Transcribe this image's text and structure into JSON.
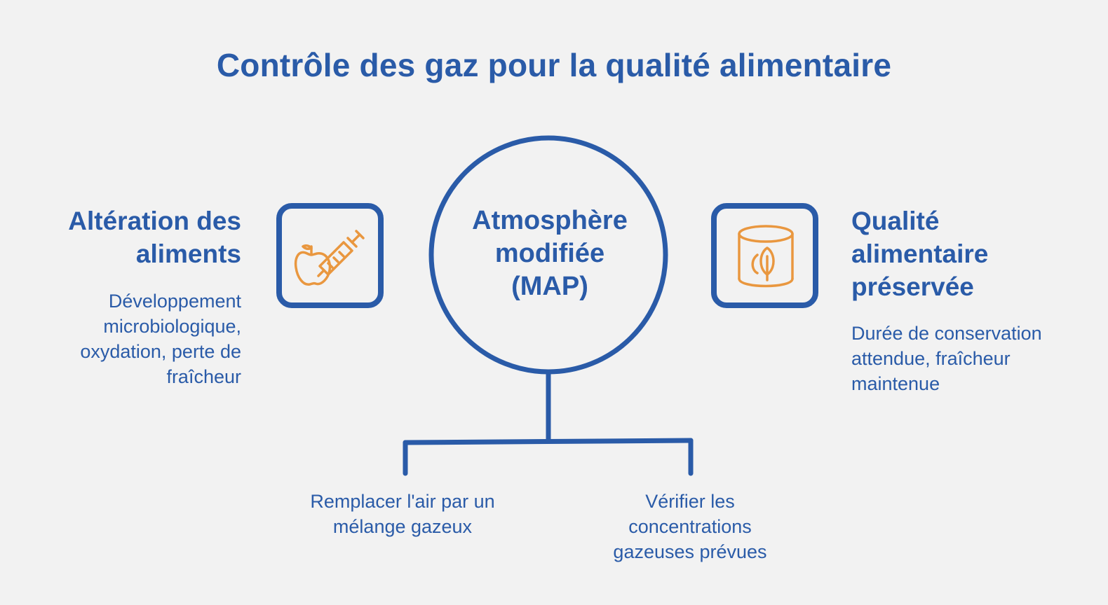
{
  "title": "Contrôle des gaz pour la qualité alimentaire",
  "colors": {
    "primary": "#2a5ba8",
    "accent": "#e9973f",
    "background": "#f2f2f2"
  },
  "left": {
    "heading_line1": "Altération des",
    "heading_line2": "aliments",
    "description_lines": [
      "Développement",
      "microbiologique,",
      "oxydation, perte de",
      "fraîcheur"
    ],
    "icon": "apple-syringe-icon"
  },
  "center": {
    "label_line1": "Atmosphère",
    "label_line2": "modifiée",
    "label_line3": "(MAP)"
  },
  "right": {
    "heading_line1": "Qualité",
    "heading_line2": "alimentaire",
    "heading_line3": "préservée",
    "description_lines": [
      "Durée de conservation",
      "attendue, fraîcheur",
      "maintenue"
    ],
    "icon": "can-leaf-icon"
  },
  "branches": [
    {
      "lines": [
        "Remplacer l'air par un",
        "mélange gazeux"
      ]
    },
    {
      "lines": [
        "Vérifier les",
        "concentrations",
        "gazeuses prévues"
      ]
    }
  ]
}
